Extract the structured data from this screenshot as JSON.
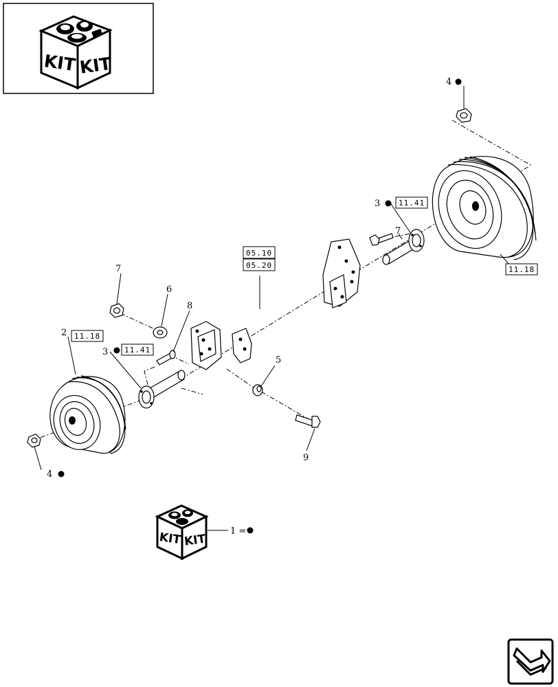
{
  "kit_labels": {
    "left": "KIT",
    "right": "KIT"
  },
  "refs": {
    "r1": "11.18",
    "r2": "11.41",
    "r3": "05.10",
    "r4": "05.20",
    "r5": "11.41",
    "r6": "11.18"
  },
  "callouts": {
    "c2": "2",
    "c3a": "3",
    "c3b": "3",
    "c4a": "4",
    "c4b": "4",
    "c5": "5",
    "c6": "6",
    "c7a": "7",
    "c7b": "7",
    "c8": "8",
    "c9": "9"
  },
  "legend": {
    "text": "1 ="
  },
  "icons": {
    "kit": "kit-box-icon",
    "bullet": "kit-bullet-icon",
    "nav": "next-page-arrow-icon"
  },
  "colors": {
    "ink": "#000000",
    "paper": "#ffffff"
  }
}
